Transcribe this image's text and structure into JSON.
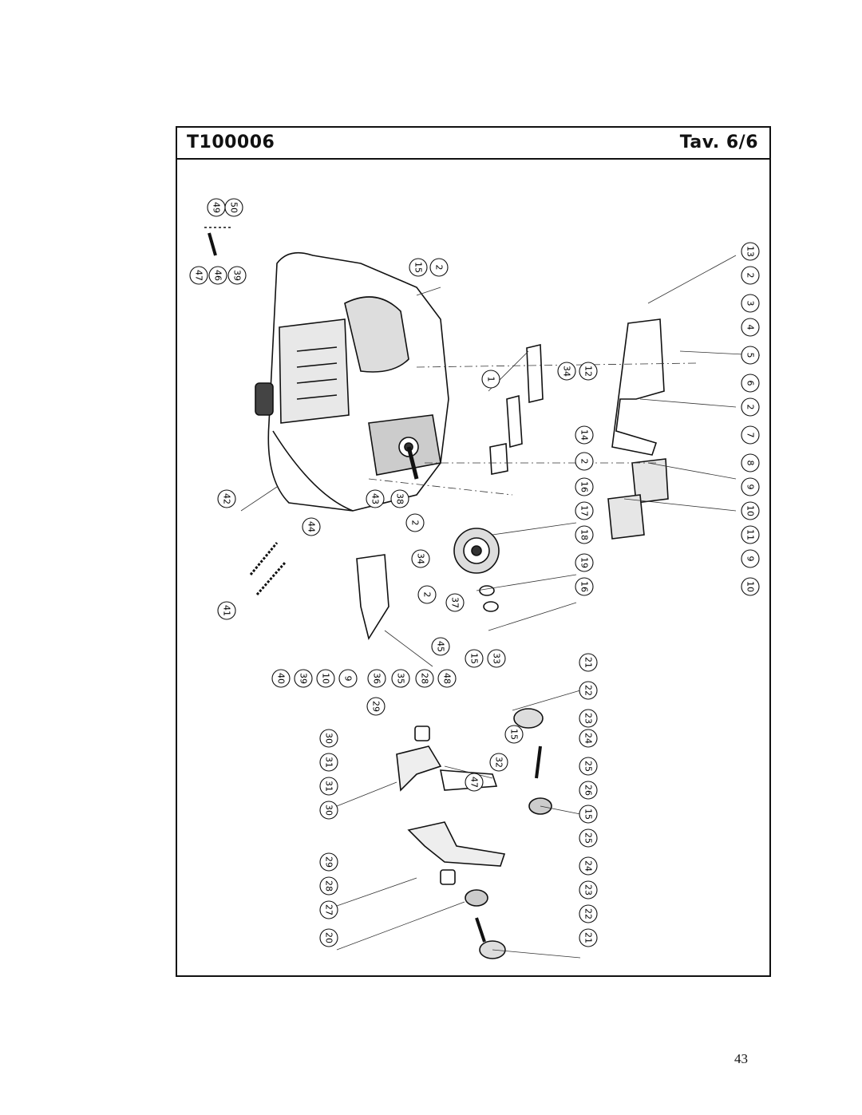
{
  "header": {
    "code": "T100006",
    "table": "Tav. 6/6"
  },
  "page_number": "43",
  "callouts": [
    {
      "id": "c49",
      "label": "49"
    },
    {
      "id": "c50",
      "label": "50"
    },
    {
      "id": "c47a",
      "label": "47"
    },
    {
      "id": "c46",
      "label": "46"
    },
    {
      "id": "c39a",
      "label": "39"
    },
    {
      "id": "c15a",
      "label": "15"
    },
    {
      "id": "c2a",
      "label": "2"
    },
    {
      "id": "c13",
      "label": "13"
    },
    {
      "id": "c2b",
      "label": "2"
    },
    {
      "id": "c3",
      "label": "3"
    },
    {
      "id": "c4",
      "label": "4"
    },
    {
      "id": "c5",
      "label": "5"
    },
    {
      "id": "c6",
      "label": "6"
    },
    {
      "id": "c2c",
      "label": "2"
    },
    {
      "id": "c7",
      "label": "7"
    },
    {
      "id": "c8",
      "label": "8"
    },
    {
      "id": "c9a",
      "label": "9"
    },
    {
      "id": "c10a",
      "label": "10"
    },
    {
      "id": "c11",
      "label": "11"
    },
    {
      "id": "c9b",
      "label": "9"
    },
    {
      "id": "c10b",
      "label": "10"
    },
    {
      "id": "c1",
      "label": "1"
    },
    {
      "id": "c34a",
      "label": "34"
    },
    {
      "id": "c12",
      "label": "12"
    },
    {
      "id": "c14",
      "label": "14"
    },
    {
      "id": "c2d",
      "label": "2"
    },
    {
      "id": "c16a",
      "label": "16"
    },
    {
      "id": "c17",
      "label": "17"
    },
    {
      "id": "c18",
      "label": "18"
    },
    {
      "id": "c19",
      "label": "19"
    },
    {
      "id": "c16b",
      "label": "16"
    },
    {
      "id": "c42",
      "label": "42"
    },
    {
      "id": "c43",
      "label": "43"
    },
    {
      "id": "c38",
      "label": "38"
    },
    {
      "id": "c44",
      "label": "44"
    },
    {
      "id": "c2e",
      "label": "2"
    },
    {
      "id": "c34b",
      "label": "34"
    },
    {
      "id": "c2f",
      "label": "2"
    },
    {
      "id": "c37",
      "label": "37"
    },
    {
      "id": "c41",
      "label": "41"
    },
    {
      "id": "c45",
      "label": "45"
    },
    {
      "id": "c40",
      "label": "40"
    },
    {
      "id": "c39b",
      "label": "39"
    },
    {
      "id": "c10c",
      "label": "10"
    },
    {
      "id": "c9c",
      "label": "9"
    },
    {
      "id": "c36",
      "label": "36"
    },
    {
      "id": "c35",
      "label": "35"
    },
    {
      "id": "c28a",
      "label": "28"
    },
    {
      "id": "c48",
      "label": "48"
    },
    {
      "id": "c15b",
      "label": "15"
    },
    {
      "id": "c33",
      "label": "33"
    },
    {
      "id": "c21a",
      "label": "21"
    },
    {
      "id": "c22a",
      "label": "22"
    },
    {
      "id": "c23a",
      "label": "23"
    },
    {
      "id": "c24a",
      "label": "24"
    },
    {
      "id": "c25a",
      "label": "25"
    },
    {
      "id": "c26",
      "label": "26"
    },
    {
      "id": "c15c",
      "label": "15"
    },
    {
      "id": "c25b",
      "label": "25"
    },
    {
      "id": "c24b",
      "label": "24"
    },
    {
      "id": "c23b",
      "label": "23"
    },
    {
      "id": "c22b",
      "label": "22"
    },
    {
      "id": "c21b",
      "label": "21"
    },
    {
      "id": "c29a",
      "label": "29"
    },
    {
      "id": "c30a",
      "label": "30"
    },
    {
      "id": "c31a",
      "label": "31"
    },
    {
      "id": "c31b",
      "label": "31"
    },
    {
      "id": "c30b",
      "label": "30"
    },
    {
      "id": "c29b",
      "label": "29"
    },
    {
      "id": "c28b",
      "label": "28"
    },
    {
      "id": "c27",
      "label": "27"
    },
    {
      "id": "c20",
      "label": "20"
    },
    {
      "id": "c15d",
      "label": "15"
    },
    {
      "id": "c32",
      "label": "32"
    },
    {
      "id": "c47b",
      "label": "47"
    }
  ]
}
